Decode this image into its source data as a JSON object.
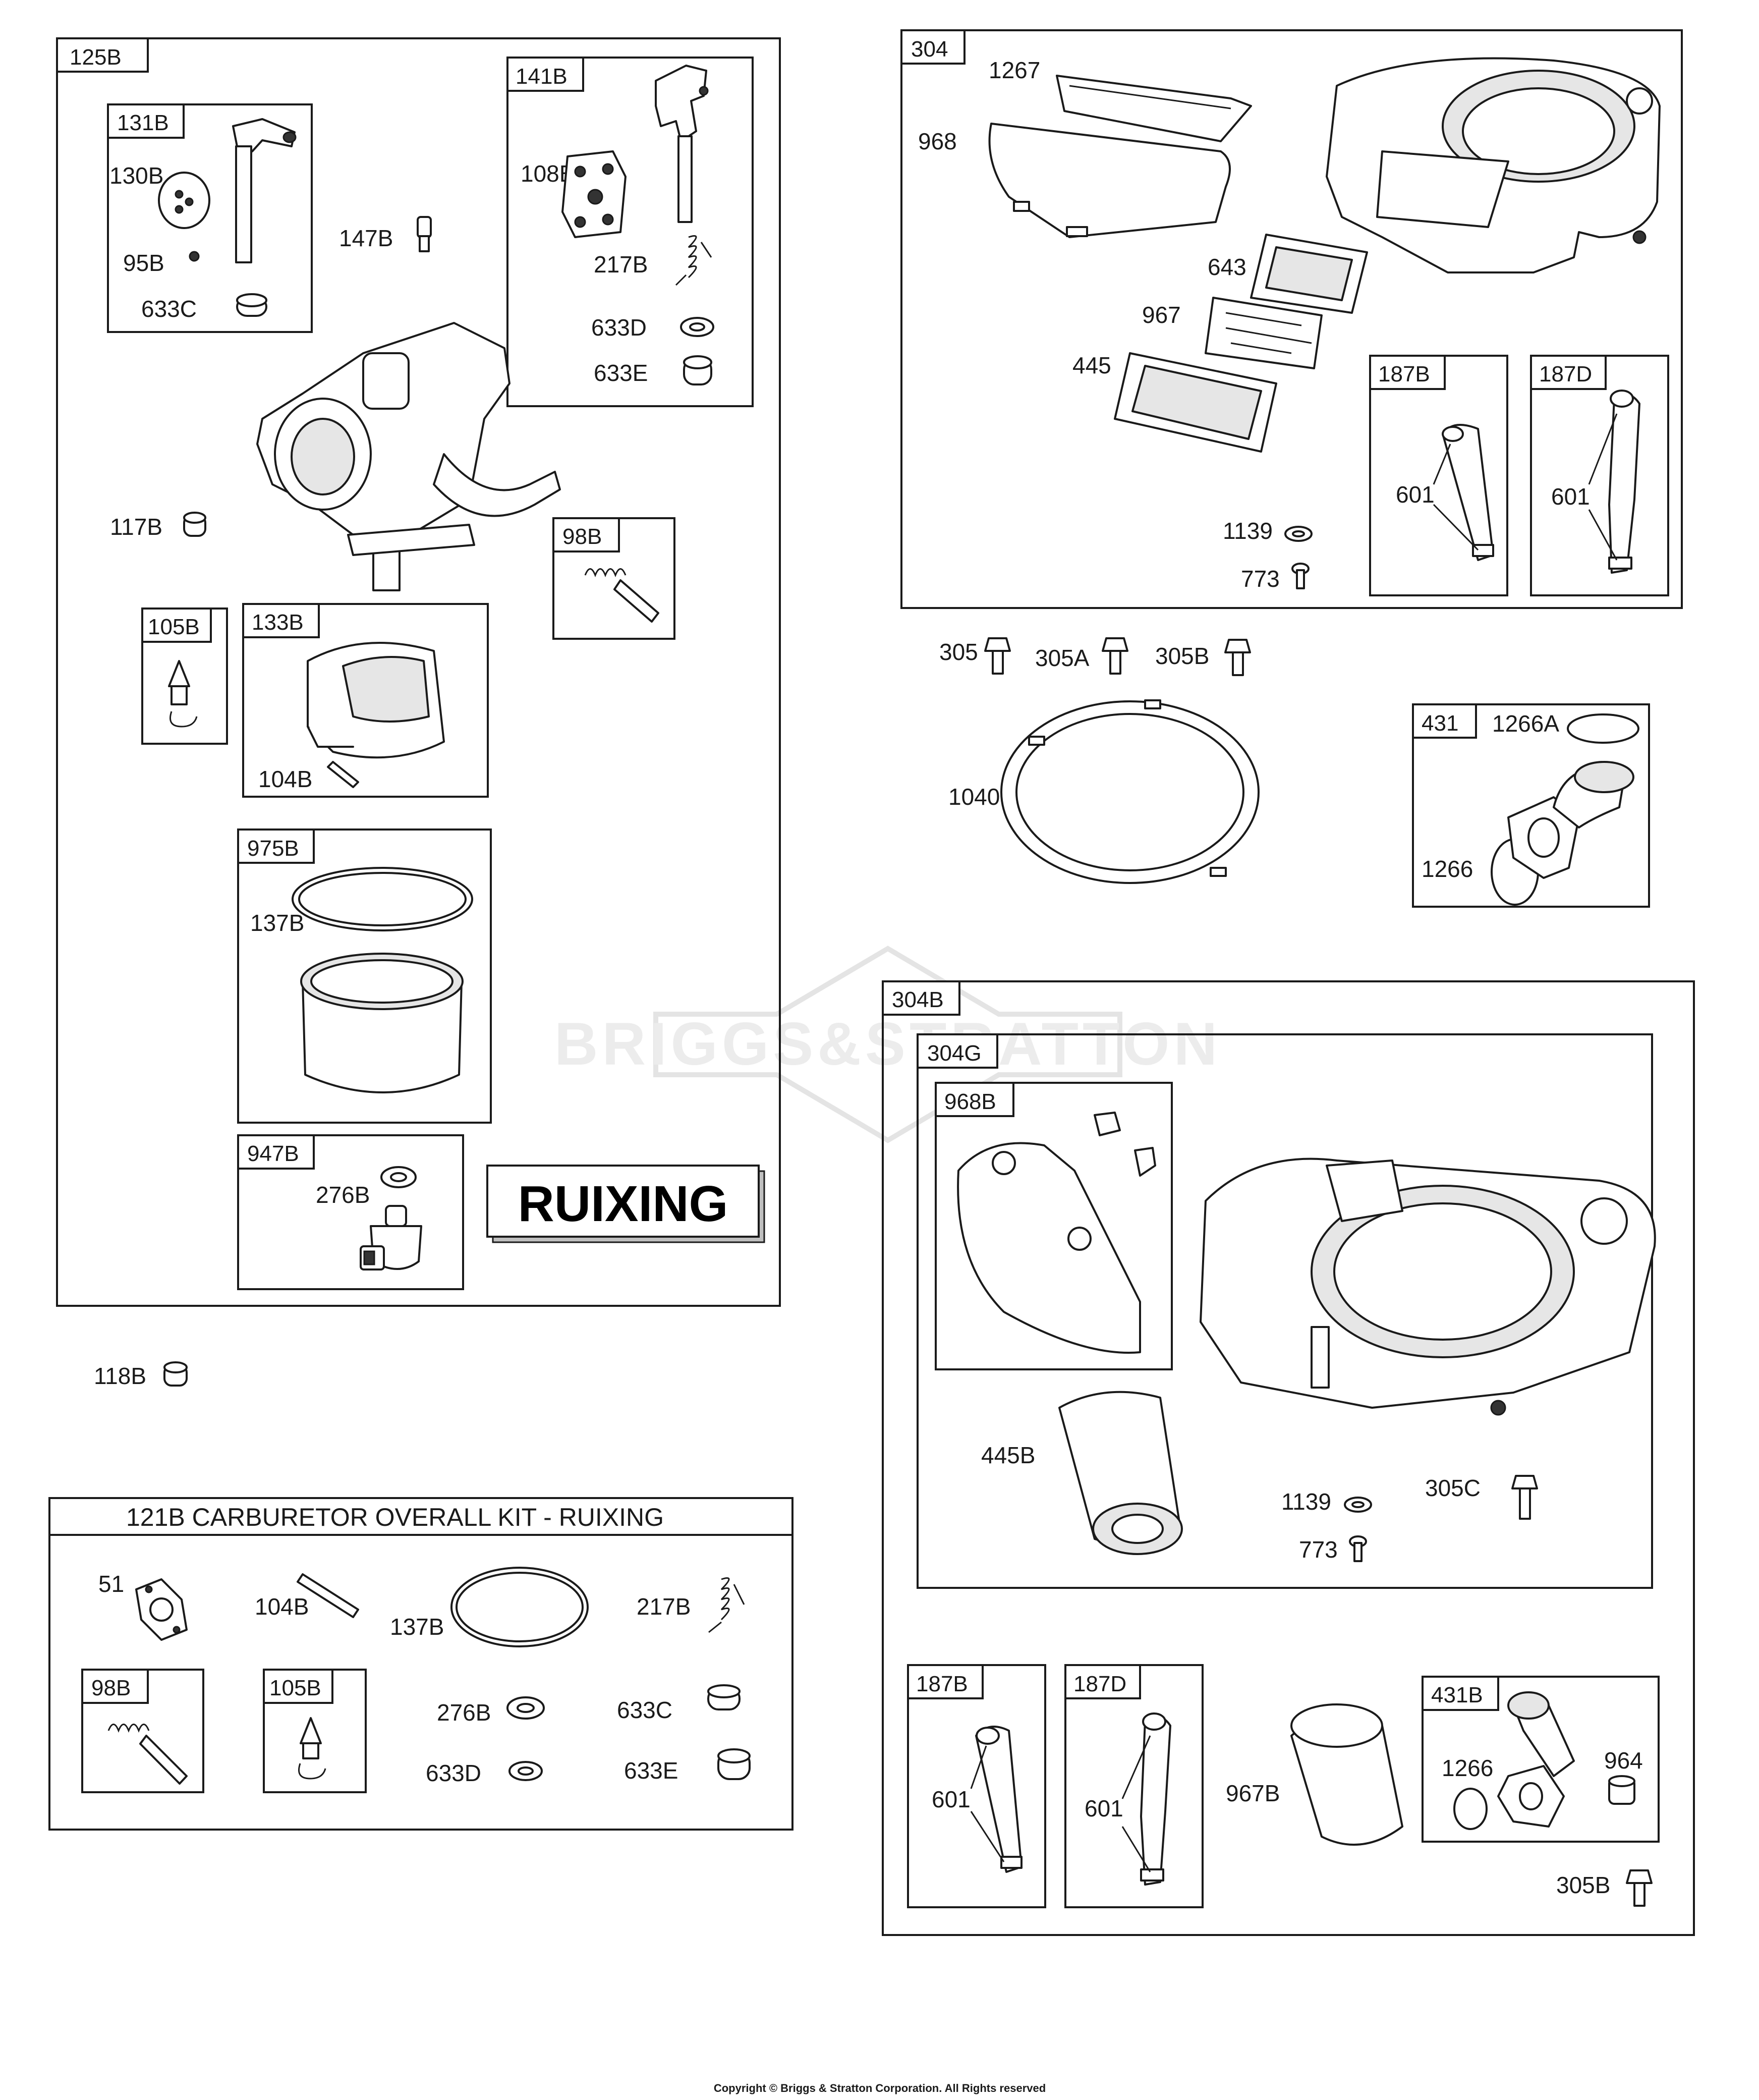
{
  "watermark": {
    "text": "BRIGGS&STRATTON"
  },
  "brand_label": "RUIXING",
  "copyright": "Copyright © Briggs & Stratton Corporation. All Rights reserved",
  "kit_title": "121B CARBURETOR OVERALL KIT - RUIXING",
  "box_tags": {
    "b125B": "125B",
    "b131B": "131B",
    "b141B": "141B",
    "b98B": "98B",
    "b105B": "105B",
    "b133B": "133B",
    "b975B": "975B",
    "b947B": "947B",
    "b304": "304",
    "b187B": "187B",
    "b187D": "187D",
    "b431": "431",
    "b304B": "304B",
    "b304G": "304G",
    "b968B": "968B",
    "b187B_2": "187B",
    "b187D_2": "187D",
    "b431B": "431B",
    "k98B": "98B",
    "k105B": "105B"
  },
  "labels": {
    "l130B": "130B",
    "l95B": "95B",
    "l633C": "633C",
    "l147B": "147B",
    "l108B": "108B",
    "l217B": "217B",
    "l633D": "633D",
    "l633E": "633E",
    "l117B": "117B",
    "l104B": "104B",
    "l137B": "137B",
    "l276B": "276B",
    "l118B": "118B",
    "l1267": "1267",
    "l968": "968",
    "l643": "643",
    "l967": "967",
    "l445": "445",
    "l601a": "601",
    "l601b": "601",
    "l1139": "1139",
    "l773": "773",
    "l305": "305",
    "l305A": "305A",
    "l305B": "305B",
    "l1040": "1040",
    "l1266A": "1266A",
    "l1266": "1266",
    "l445B": "445B",
    "l1139b": "1139",
    "l305C": "305C",
    "l773b": "773",
    "l601c": "601",
    "l601d": "601",
    "l967B": "967B",
    "l1266b": "1266",
    "l964": "964",
    "l305Bb": "305B",
    "k51": "51",
    "k104B": "104B",
    "k137B": "137B",
    "k217B": "217B",
    "k276B": "276B",
    "k633C": "633C",
    "k633D": "633D",
    "k633E": "633E"
  }
}
